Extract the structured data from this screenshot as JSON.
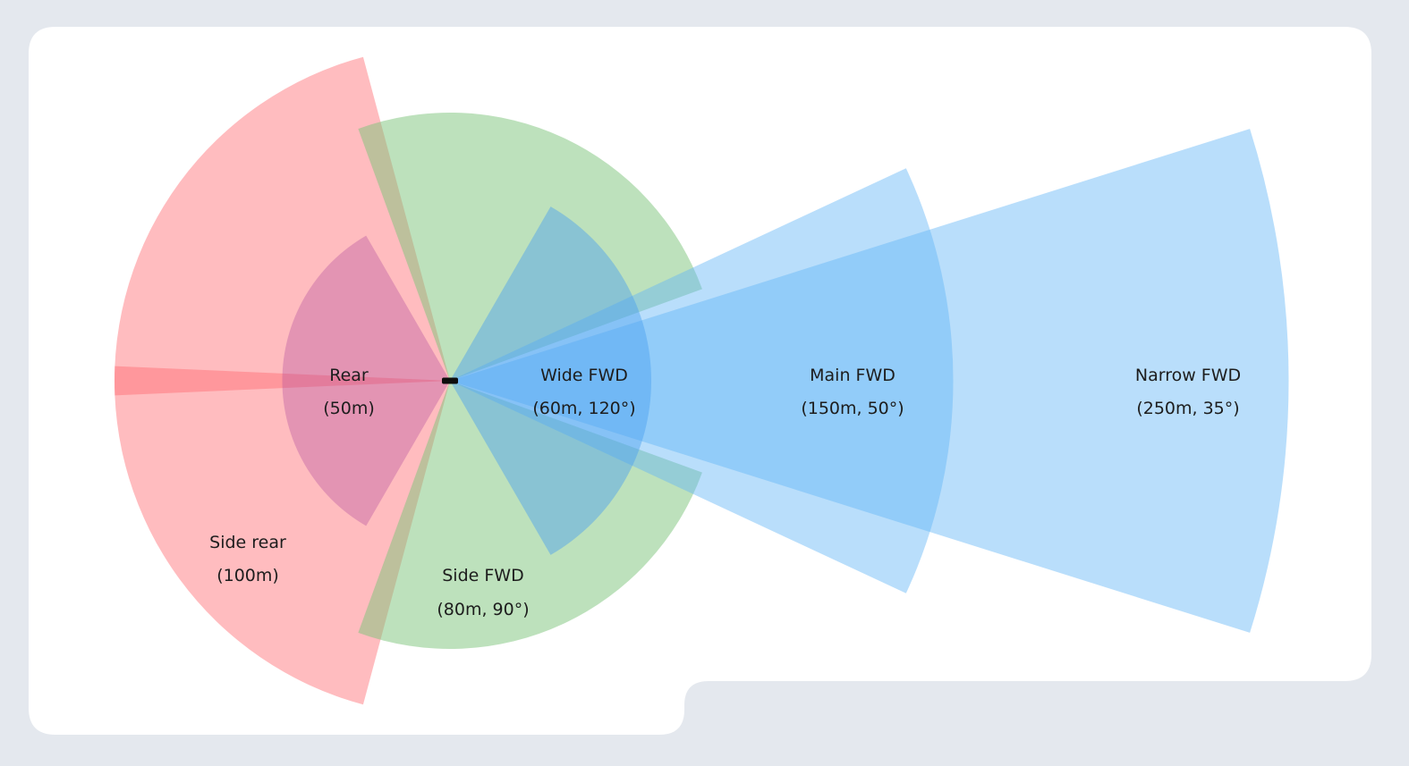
{
  "diagram": {
    "units": "m",
    "sensors": [
      {
        "id": "side-rear-upper",
        "range": 100,
        "from": 105,
        "to": 182.5,
        "color": "#ff6b70",
        "opacity": 0.45
      },
      {
        "id": "side-rear-lower",
        "range": 100,
        "from": 177.5,
        "to": 255,
        "color": "#ff6b70",
        "opacity": 0.45
      },
      {
        "id": "side-fwd-upper",
        "range": 80,
        "from": 20,
        "to": 110,
        "color": "#7cc47a",
        "opacity": 0.5
      },
      {
        "id": "side-fwd-lower",
        "range": 80,
        "from": -110,
        "to": -20,
        "color": "#7cc47a",
        "opacity": 0.5
      },
      {
        "id": "rear",
        "range": 50,
        "from": 120,
        "to": 240,
        "color": "#b04a9e",
        "opacity": 0.35
      },
      {
        "id": "narrow-fwd",
        "range": 250,
        "from": -17.5,
        "to": 17.5,
        "color": "#64b5f6",
        "opacity": 0.45
      },
      {
        "id": "main-fwd",
        "range": 150,
        "from": -25,
        "to": 25,
        "color": "#64b5f6",
        "opacity": 0.45
      },
      {
        "id": "wide-fwd",
        "range": 60,
        "from": -60,
        "to": 60,
        "color": "#4aa0f0",
        "opacity": 0.45
      }
    ],
    "labels": {
      "rear": {
        "name": "Rear",
        "detail": "(50m)"
      },
      "wide_fwd": {
        "name": "Wide FWD",
        "detail": "(60m, 120°)"
      },
      "main_fwd": {
        "name": "Main FWD",
        "detail": "(150m, 50°)"
      },
      "narrow_fwd": {
        "name": "Narrow FWD",
        "detail": "(250m, 35°)"
      },
      "side_rear": {
        "name": "Side rear",
        "detail": "(100m)"
      },
      "side_fwd": {
        "name": "Side FWD",
        "detail": "(80m, 90°)"
      }
    }
  }
}
